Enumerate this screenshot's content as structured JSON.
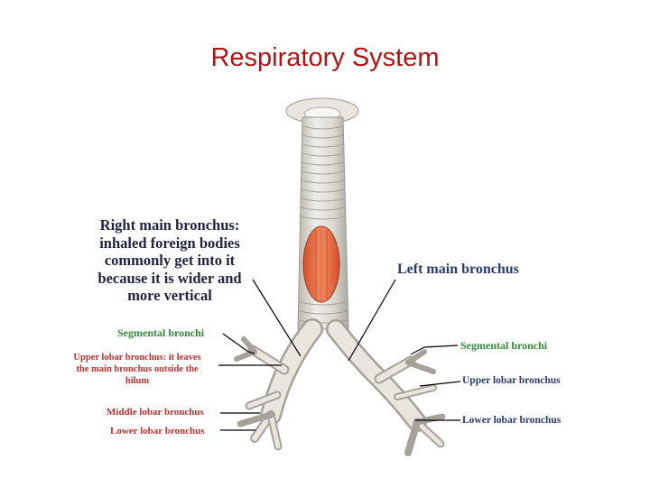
{
  "title": "Respiratory System",
  "labels": {
    "right_main_bronchus": [
      "Right main bronchus:",
      "inhaled foreign bodies",
      "commonly get into it",
      "because it is wider and",
      "more vertical"
    ],
    "left_main_bronchus": "Left main bronchus",
    "segmental_bronchi_right": "Segmental bronchi",
    "segmental_bronchi_left": "Segmental bronchi",
    "upper_lobar_right": [
      "Upper lobar bronchus: it leaves",
      "the main bronchus outside the",
      "hilum"
    ],
    "middle_lobar": "Middle lobar bronchus",
    "lower_lobar_right": "Lower lobar bronchus",
    "upper_lobar_left": "Upper lobar bronchus",
    "lower_lobar_left": "Lower lobar bronchus"
  },
  "colors": {
    "title": "#b01515",
    "main_text": "#1f2340",
    "segmental_text": "#2f8a3a",
    "right_lobar_text": "#c0302c",
    "left_lobar_text": "#2b3a6e",
    "airway": "#e6e3dc",
    "cartilage": "#a9a69e",
    "mucosa": "#e8673e"
  }
}
